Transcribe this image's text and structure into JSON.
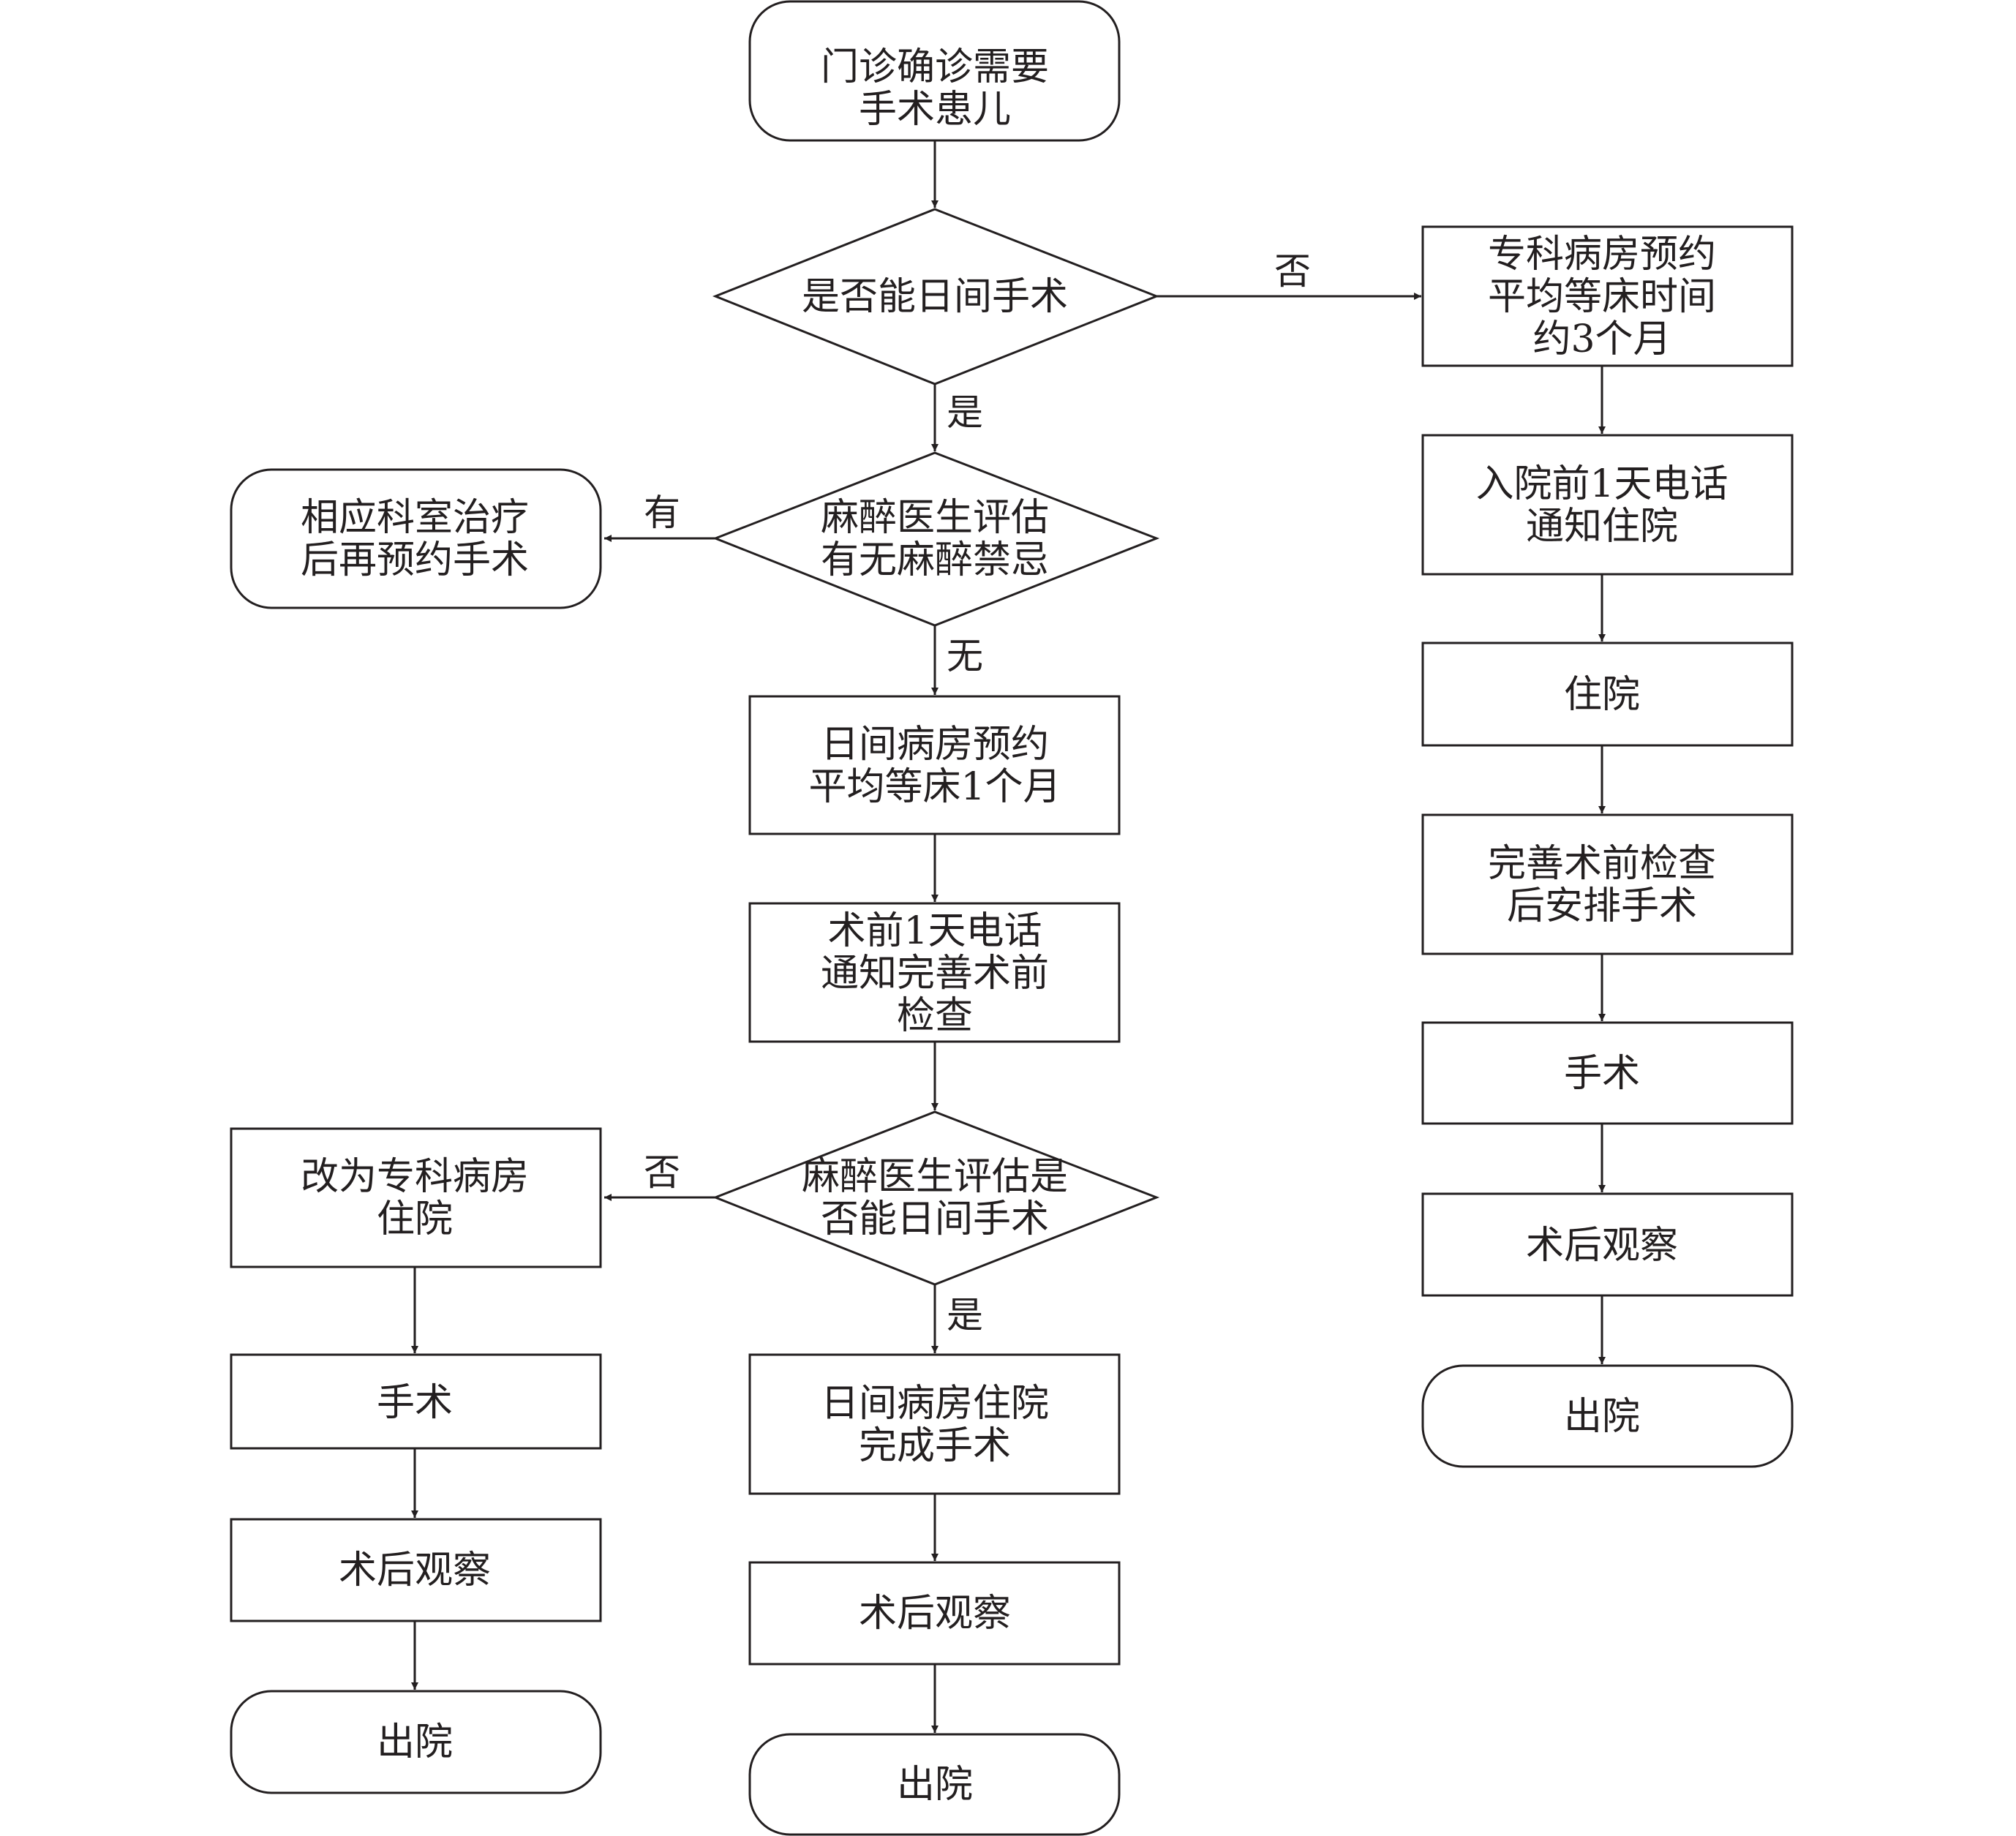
{
  "nodes": {
    "start": {
      "lines": [
        "门诊确诊需要",
        "手术患儿"
      ]
    },
    "d_day_surgery": {
      "lines": [
        "是否能日间手术"
      ]
    },
    "d_anesthesia_contra": {
      "lines": [
        "麻醉医生评估",
        "有无麻醉禁忌"
      ]
    },
    "treat_first": {
      "lines": [
        "相应科室治疗",
        "后再预约手术"
      ]
    },
    "day_ward_book": {
      "lines": [
        "日间病房预约",
        "平均等床1个月"
      ]
    },
    "pre_call": {
      "lines": [
        "术前1天电话",
        "通知完善术前",
        "检查"
      ]
    },
    "d_anesthesia_day": {
      "lines": [
        "麻醉医生评估是",
        "否能日间手术"
      ]
    },
    "switch_ward": {
      "lines": [
        "改为专科病房",
        "住院"
      ]
    },
    "left_surgery": {
      "lines": [
        "手术"
      ]
    },
    "left_observe": {
      "lines": [
        "术后观察"
      ]
    },
    "left_discharge": {
      "lines": [
        "出院"
      ]
    },
    "day_ward_admit": {
      "lines": [
        "日间病房住院",
        "完成手术"
      ]
    },
    "mid_observe": {
      "lines": [
        "术后观察"
      ]
    },
    "mid_discharge": {
      "lines": [
        "出院"
      ]
    },
    "spec_ward_book": {
      "lines": [
        "专科病房预约",
        "平均等床时间",
        "约3个月"
      ]
    },
    "admit_call": {
      "lines": [
        "入院前1天电话",
        "通知住院"
      ]
    },
    "admit": {
      "lines": [
        "住院"
      ]
    },
    "complete_checks": {
      "lines": [
        "完善术前检查",
        "后安排手术"
      ]
    },
    "right_surgery": {
      "lines": [
        "手术"
      ]
    },
    "right_observe": {
      "lines": [
        "术后观察"
      ]
    },
    "right_discharge": {
      "lines": [
        "出院"
      ]
    }
  },
  "edge_labels": {
    "no_top": "否",
    "yes_top": "是",
    "has_contra": "有",
    "none_contra": "无",
    "no_mid": "否",
    "yes_mid": "是"
  }
}
